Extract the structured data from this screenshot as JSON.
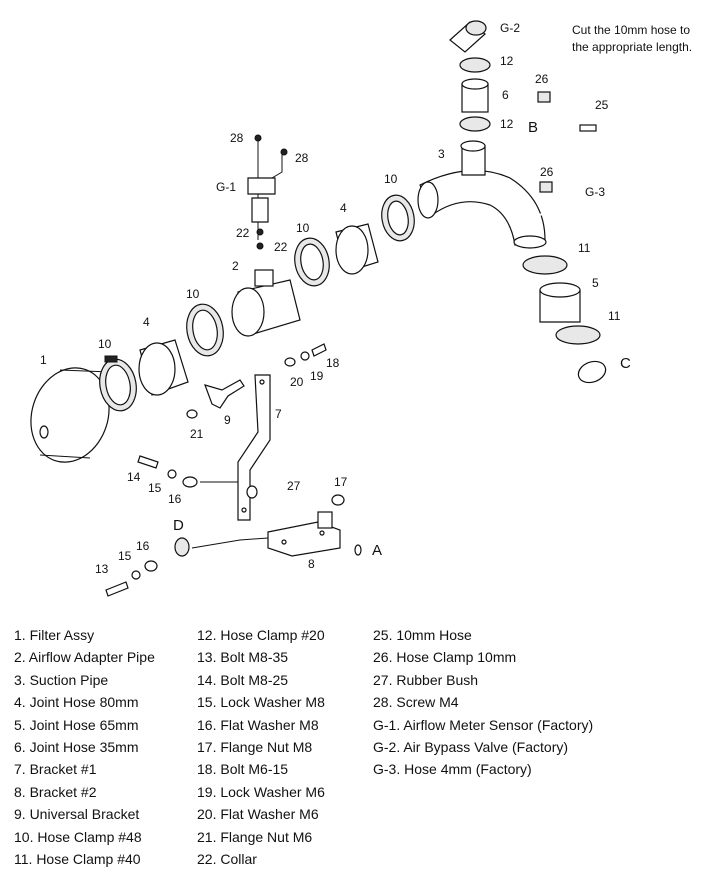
{
  "note": {
    "line1": "Cut the 10mm hose to",
    "line2": "the appropriate length."
  },
  "labels": {
    "p1": "1",
    "p2": "2",
    "p3": "3",
    "p4a": "4",
    "p4b": "4",
    "p5": "5",
    "p6": "6",
    "p7": "7",
    "p8": "8",
    "p9": "9",
    "p10a": "10",
    "p10b": "10",
    "p10c": "10",
    "p10d": "10",
    "p11a": "11",
    "p11b": "11",
    "p12a": "12",
    "p12b": "12",
    "p13": "13",
    "p14": "14",
    "p15a": "15",
    "p15b": "15",
    "p16a": "16",
    "p16b": "16",
    "p17": "17",
    "p18": "18",
    "p19": "19",
    "p20": "20",
    "p21": "21",
    "p22a": "22",
    "p22b": "22",
    "p25": "25",
    "p26a": "26",
    "p26b": "26",
    "p27": "27",
    "p28a": "28",
    "p28b": "28",
    "g1": "G-1",
    "g2": "G-2",
    "g3": "G-3",
    "A": "A",
    "B": "B",
    "C": "C",
    "D": "D"
  },
  "legend": {
    "col1": [
      "1. Filter Assy",
      "2. Airflow Adapter Pipe",
      "3. Suction Pipe",
      "4. Joint Hose 80mm",
      "5. Joint Hose 65mm",
      "6. Joint Hose 35mm",
      "7. Bracket #1",
      "8. Bracket #2",
      "9. Universal Bracket",
      "10. Hose Clamp #48",
      "11. Hose Clamp #40"
    ],
    "col2": [
      "12. Hose Clamp #20",
      "13. Bolt M8-35",
      "14. Bolt M8-25",
      "15. Lock Washer M8",
      "16. Flat Washer M8",
      "17. Flange Nut M8",
      "18. Bolt M6-15",
      "19. Lock Washer M6",
      "20. Flat Washer M6",
      "21. Flange Nut M6",
      "22. Collar"
    ],
    "col3": [
      "25. 10mm Hose",
      "26. Hose Clamp 10mm",
      "27. Rubber Bush",
      "28. Screw M4",
      "G-1. Airflow Meter Sensor (Factory)",
      "G-2. Air Bypass Valve (Factory)",
      "G-3. Hose 4mm (Factory)"
    ]
  }
}
